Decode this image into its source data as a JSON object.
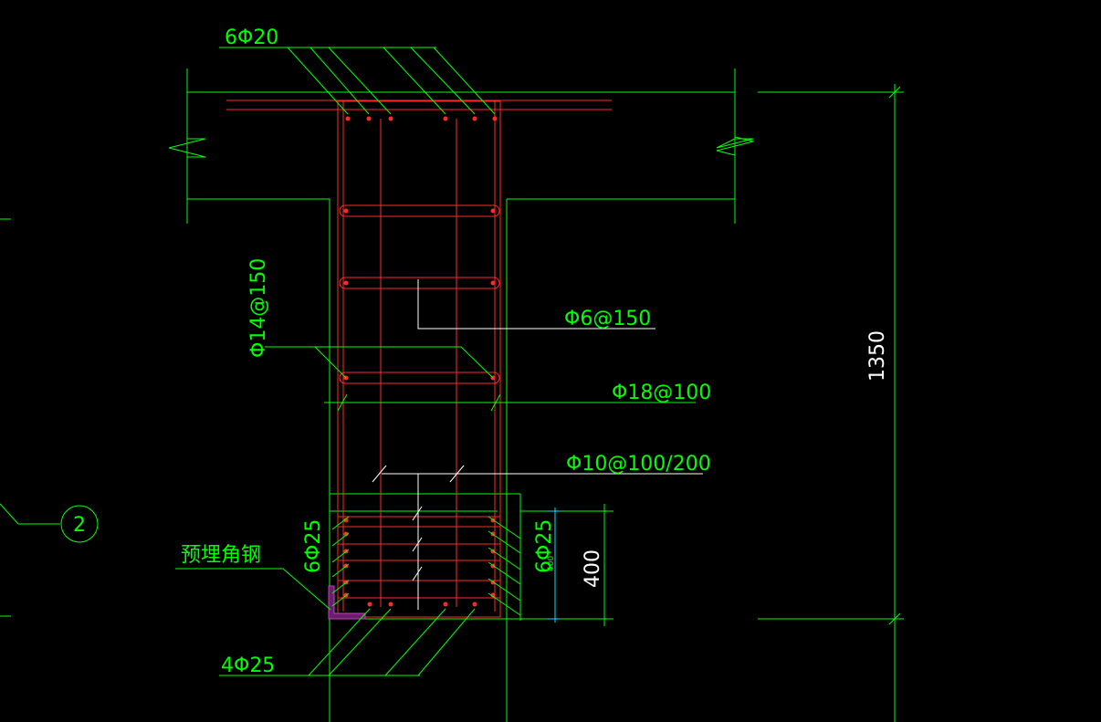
{
  "labels": {
    "top_bars": "6Φ20",
    "side_bars": "Φ14@150",
    "tie_bar": "Φ6@150",
    "horizontal_bars": "Φ18@100",
    "stirrups": "Φ10@100/200",
    "left_col_bars": "6Φ25",
    "right_col_bars": "6Φ25",
    "embedded_angle": "预埋角钢",
    "bottom_bars": "4Φ25",
    "dim_total": "1350",
    "dim_base": "400",
    "dim_base_small": "400",
    "section_no": "2"
  },
  "colors": {
    "outline": "#00ff00",
    "rebar": "#ff2a2a",
    "leader": "#ffffff",
    "dimension": "#00e5ff",
    "angle_steel": "#c040c0"
  }
}
